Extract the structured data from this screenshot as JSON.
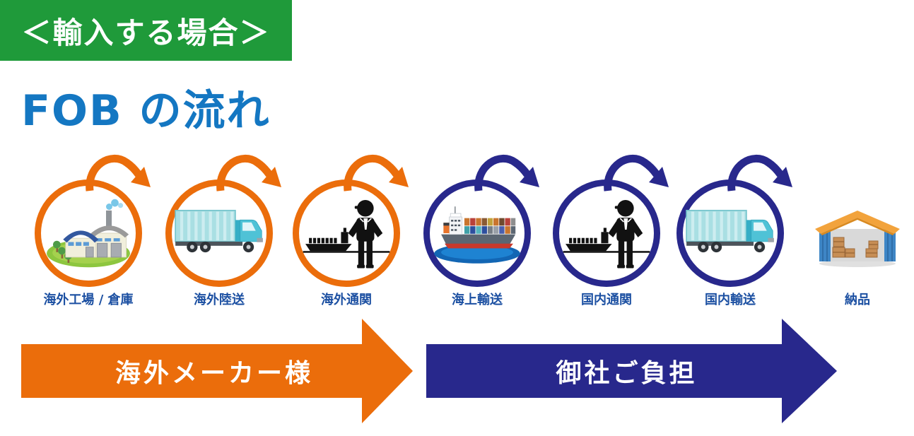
{
  "header": {
    "badge": "＜輸入する場合＞",
    "title": "FOB の流れ"
  },
  "flow": {
    "stations": [
      {
        "label": "海外工場 / 倉庫",
        "icon": "factory-icon",
        "ring": "orange"
      },
      {
        "label": "海外陸送",
        "icon": "cargo-truck-icon",
        "ring": "orange"
      },
      {
        "label": "海外通関",
        "icon": "customs-officer-icon",
        "ring": "orange"
      },
      {
        "label": "海上輸送",
        "icon": "container-ship-icon",
        "ring": "blue"
      },
      {
        "label": "国内通関",
        "icon": "customs-officer-icon",
        "ring": "blue"
      },
      {
        "label": "国内輸送",
        "icon": "cargo-truck-icon",
        "ring": "blue"
      },
      {
        "label": "納品",
        "icon": "warehouse-icon",
        "ring": "none"
      }
    ]
  },
  "banners": [
    {
      "label": "海外メーカー様",
      "color": "#EB6D0B",
      "side": "overseas"
    },
    {
      "label": "御社ご負担",
      "color": "#28288C",
      "side": "domestic"
    }
  ],
  "colors": {
    "badge_green": "#1F9A3A",
    "title_blue": "#1477C2",
    "label_blue": "#1C50A2",
    "overseas_orange": "#EB6D0B",
    "domestic_blue": "#28288C"
  }
}
